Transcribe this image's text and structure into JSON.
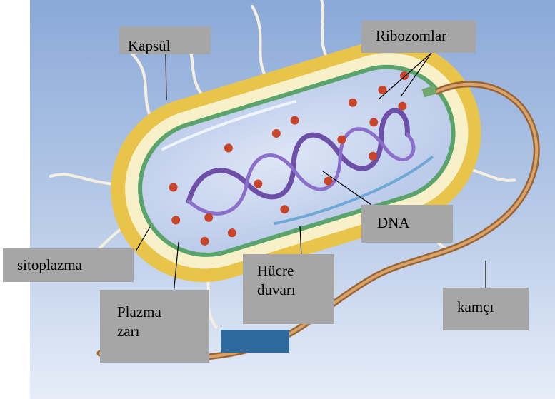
{
  "diagram": {
    "labels": {
      "kapsul": "Kapsül",
      "ribozomlar": "Ribozomlar",
      "dna": "DNA",
      "sitoplazma": "sitoplazma",
      "hucre_duvari_line1": "Hücre",
      "hucre_duvari_line2": "duvarı",
      "plazma_zari_line1": "Plazma",
      "plazma_zari_line2": "zarı",
      "kamci": "kamçı"
    },
    "colors": {
      "background_top": "#8aa9d8",
      "background_bottom": "#e6edf8",
      "capsule": "#e8c54a",
      "cell_wall": "#f7f0c9",
      "plasma_membrane": "#5aa36a",
      "cytoplasm": "#c9d6ef",
      "dna": "#6d4fa8",
      "ribosome": "#c8452a",
      "flagellum": "#c4864a",
      "label_box": "#a6a6a6",
      "blank_box": "#2e6a9e"
    }
  }
}
